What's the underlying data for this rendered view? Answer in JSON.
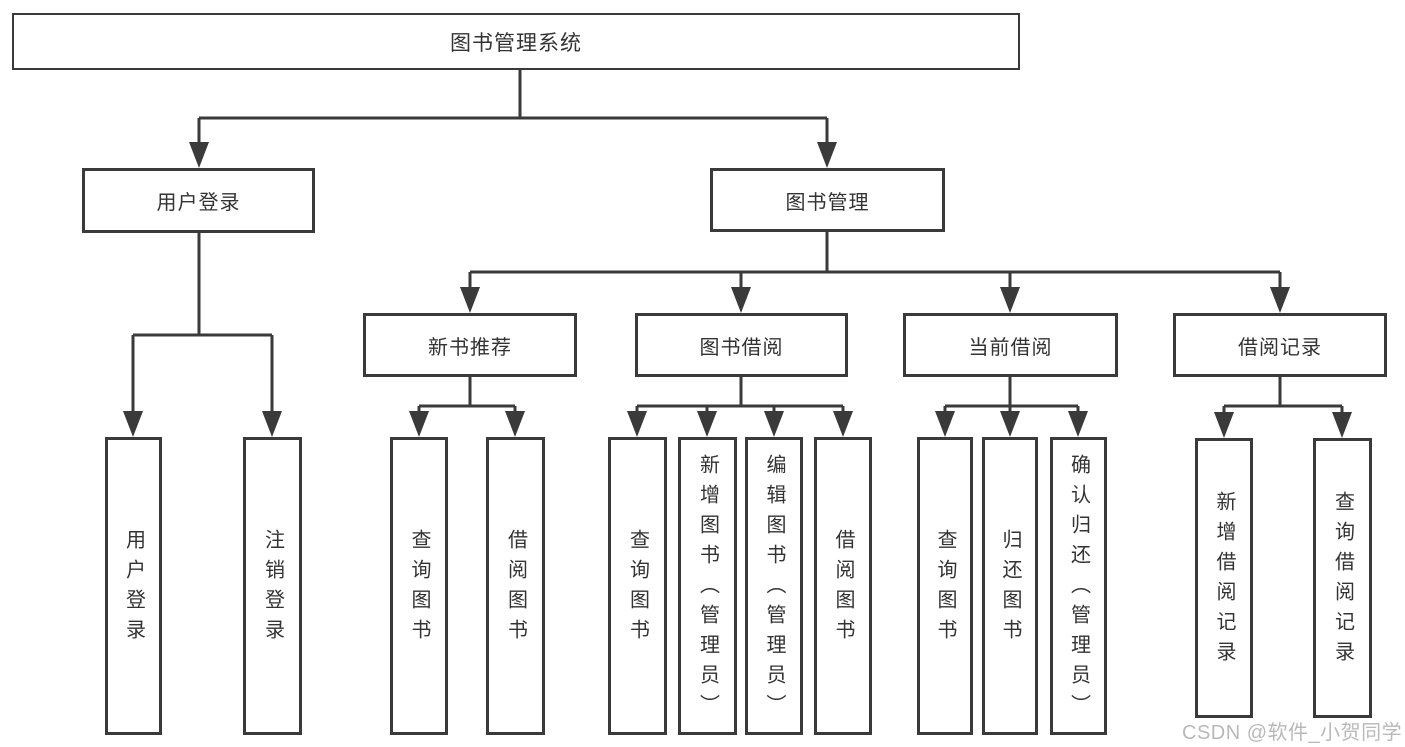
{
  "tree": {
    "label": "图书管理系统",
    "children": [
      {
        "label": "用户登录",
        "children": [
          {
            "label": "用户登录"
          },
          {
            "label": "注销登录"
          }
        ]
      },
      {
        "label": "图书管理",
        "children": [
          {
            "label": "新书推荐",
            "children": [
              {
                "label": "查询图书"
              },
              {
                "label": "借阅图书"
              }
            ]
          },
          {
            "label": "图书借阅",
            "children": [
              {
                "label": "查询图书"
              },
              {
                "label": "新增图书（管理员）"
              },
              {
                "label": "编辑图书（管理员）"
              },
              {
                "label": "借阅图书"
              }
            ]
          },
          {
            "label": "当前借阅",
            "children": [
              {
                "label": "查询图书"
              },
              {
                "label": "归还图书"
              },
              {
                "label": "确认归还（管理员）"
              }
            ]
          },
          {
            "label": "借阅记录",
            "children": [
              {
                "label": "新增借阅记录"
              },
              {
                "label": "查询借阅记录"
              }
            ]
          }
        ]
      }
    ]
  },
  "watermark": "CSDN @软件_小贺同学",
  "colors": {
    "line": "#3a3a3a",
    "text": "#333333",
    "box_background": "#ffffff",
    "watermark": "#b9b9b9",
    "page_background": "#ffffff"
  }
}
